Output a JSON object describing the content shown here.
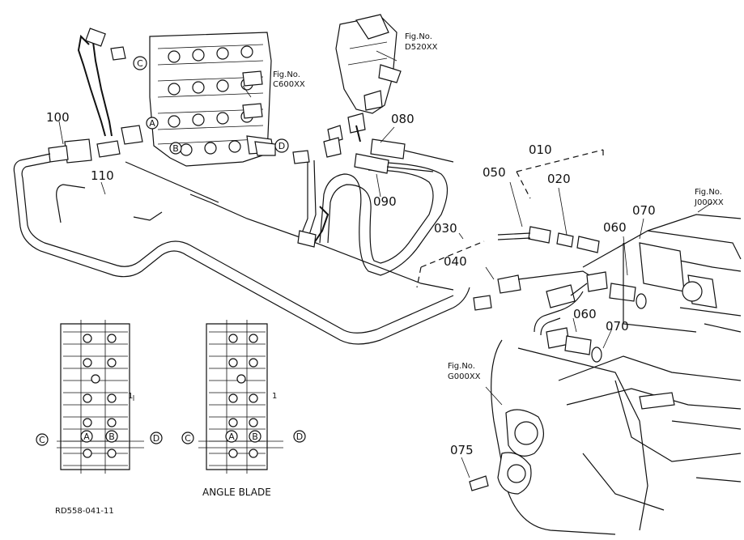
{
  "part_labels": {
    "p010": "010",
    "p020": "020",
    "p030": "030",
    "p040": "040",
    "p050": "050",
    "p060a": "060",
    "p060b": "060",
    "p070a": "070",
    "p070b": "070",
    "p075": "075",
    "p080": "080",
    "p090": "090",
    "p100": "100",
    "p110": "110"
  },
  "fig_refs": {
    "c600": {
      "line1": "Fig.No.",
      "line2": "C600XX"
    },
    "d520": {
      "line1": "Fig.No.",
      "line2": "D520XX"
    },
    "j000": {
      "line1": "Fig.No.",
      "line2": "J000XX"
    },
    "g000": {
      "line1": "Fig.No.",
      "line2": "G000XX"
    }
  },
  "port_markers": {
    "A": "A",
    "B": "B",
    "C": "C",
    "D": "D"
  },
  "small_marks": {
    "one": "1"
  },
  "caption": "ANGLE BLADE",
  "drawing_ref": "RD558-041-11"
}
